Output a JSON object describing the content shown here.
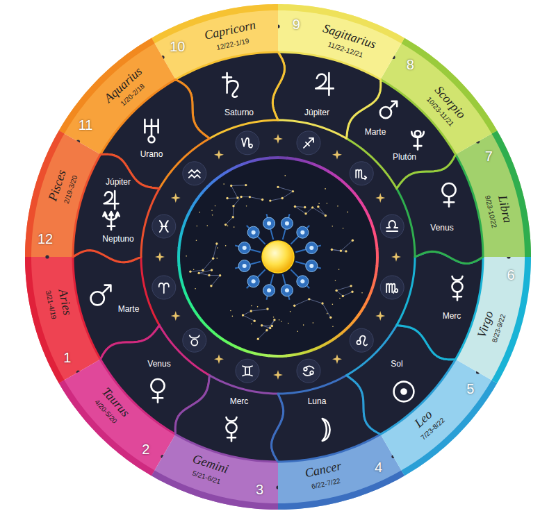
{
  "diagram": {
    "nodes": [
      {
        "text": [
          "1",
          "Aries",
          "3/21-4/19"
        ]
      },
      {
        "text": [
          "2",
          "Taurus",
          "4/20-5/20"
        ]
      },
      {
        "text": [
          "3",
          "Gemini",
          "5/21-6/21"
        ]
      },
      {
        "text": [
          "4",
          "Cancer",
          "6/22-7/22"
        ]
      },
      {
        "text": [
          "5",
          "Leo",
          "7/23-8/22"
        ]
      },
      {
        "text": [
          "6",
          "Virgo",
          "8/23-9/22"
        ]
      },
      {
        "text": [
          "7",
          "Libra",
          "9/23-10/22"
        ]
      },
      {
        "text": [
          "8",
          "Scorpio",
          "10/23-11/21"
        ]
      },
      {
        "text": [
          "9",
          "Sagittarius",
          "11/22-12/21"
        ]
      },
      {
        "text": [
          "10",
          "Capricorn",
          "12/22-1/19"
        ]
      },
      {
        "text": [
          "11",
          "Aquarius",
          "1/20-2/18"
        ]
      },
      {
        "text": [
          "12",
          "Pisces",
          "2/19-3/20"
        ]
      },
      {
        "text": [
          "Marte"
        ]
      },
      {
        "text": [
          "Venus"
        ]
      },
      {
        "text": [
          "Merc"
        ]
      },
      {
        "text": [
          "Luna"
        ]
      },
      {
        "text": [
          "Sol"
        ]
      },
      {
        "text": [
          "Merc"
        ]
      },
      {
        "text": [
          "Venus"
        ]
      },
      {
        "text": [
          "Marte",
          "Plutón"
        ]
      },
      {
        "text": [
          "Júpiter"
        ]
      },
      {
        "text": [
          "Saturno"
        ]
      },
      {
        "text": [
          "Urano"
        ]
      },
      {
        "text": [
          "Júpiter",
          "Neptuno"
        ]
      }
    ]
  }
}
